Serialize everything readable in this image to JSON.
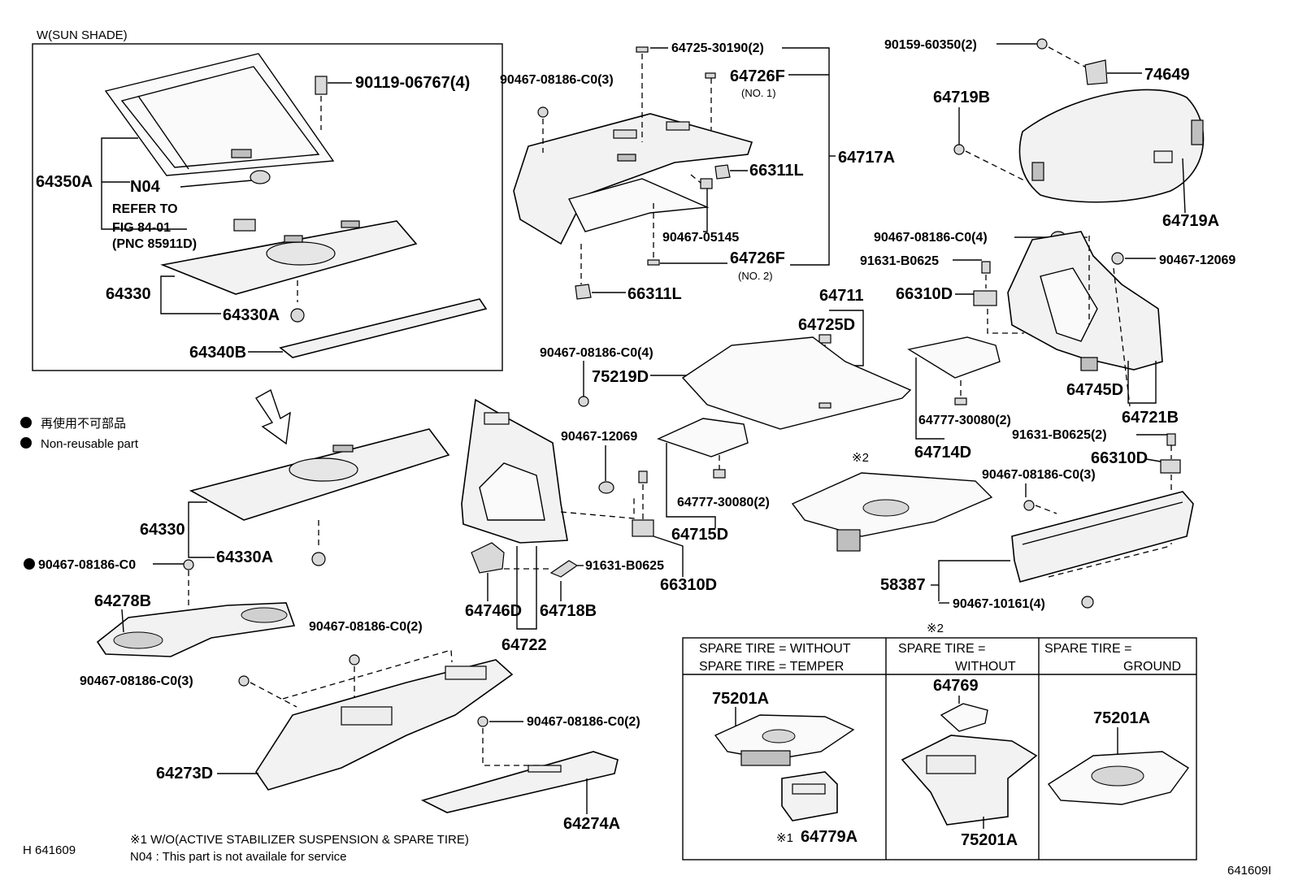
{
  "inset": {
    "title": "W(SUN SHADE)"
  },
  "refer": {
    "line1": "REFER TO",
    "line2": "FIG 84-01",
    "line3": "(PNC 85911D)"
  },
  "legend": {
    "jp": "再使用不可部品",
    "en": "Non-reusable part"
  },
  "ref2": "※2",
  "table": {
    "h1a": "SPARE TIRE = WITHOUT",
    "h1b": "SPARE TIRE = TEMPER",
    "h2a": "SPARE TIRE =",
    "h2b": "WITHOUT",
    "h3a": "SPARE TIRE =",
    "h3b": "GROUND"
  },
  "footnotes": {
    "n1": "※1 W/O(ACTIVE STABILIZER SUSPENSION & SPARE TIRE)",
    "n2": "N04 : This part is not availale for service"
  },
  "corner": {
    "left": "H 641609",
    "right": "641609I"
  },
  "labels": {
    "p64350A": "64350A",
    "pN04": "N04",
    "p90119": "90119-06767(4)",
    "p64330_top": "64330",
    "p64330A_top": "64330A",
    "p64340B": "64340B",
    "p64330_bot": "64330",
    "p64330A_bot": "64330A",
    "p9046708186C0": "90467-08186-C0",
    "p64278B": "64278B",
    "p90467_2_a": "90467-08186-C0(2)",
    "p90467_3_a": "90467-08186-C0(3)",
    "p64273D": "64273D",
    "p90467_2_b": "90467-08186-C0(2)",
    "p64274A": "64274A",
    "p64725_30190": "64725-30190(2)",
    "p90467_3_top": "90467-08186-C0(3)",
    "p64726F_1": "64726F",
    "no1": "(NO. 1)",
    "p64717A": "64717A",
    "p66311L_a": "66311L",
    "p90467_05145": "90467-05145",
    "p64726F_2": "64726F",
    "no2": "(NO. 2)",
    "p66311L_b": "66311L",
    "p90159": "90159-60350(2)",
    "p74649": "74649",
    "p64719B": "64719B",
    "p64719A": "64719A",
    "p64711": "64711",
    "p64725D": "64725D",
    "p90467_4_a": "90467-08186-C0(4)",
    "p75219D": "75219D",
    "p90467_12069_a": "90467-12069",
    "p64777_a": "64777-30080(2)",
    "p64715D": "64715D",
    "p91631_a": "91631-B0625",
    "p66310D_a": "66310D",
    "p64746D": "64746D",
    "p64718B": "64718B",
    "p64722": "64722",
    "p90467_4_b": "90467-08186-C0(4)",
    "p91631_b": "91631-B0625",
    "p90467_12069_b": "90467-12069",
    "p66310D_b": "66310D",
    "p64745D": "64745D",
    "p64721B": "64721B",
    "p64777_b": "64777-30080(2)",
    "p64714D": "64714D",
    "p91631_c": "91631-B0625(2)",
    "p66310D_c": "66310D",
    "p90467_3_c": "90467-08186-C0(3)",
    "p58387": "58387",
    "p90467_10161": "90467-10161(4)",
    "t75201A_1": "75201A",
    "t64779A": "64779A",
    "t1ref": "※1",
    "t64769": "64769",
    "t75201A_2": "75201A",
    "t75201A_3": "75201A"
  }
}
